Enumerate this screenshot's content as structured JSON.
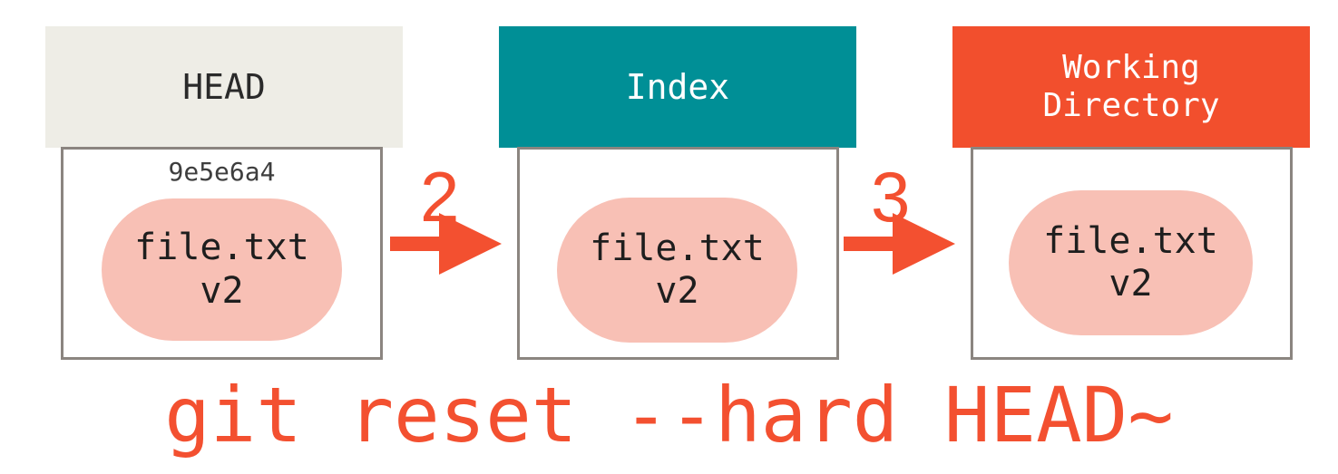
{
  "diagram": {
    "panels": [
      {
        "key": "head",
        "title": "HEAD",
        "hash": "9e5e6a4",
        "file": {
          "name": "file.txt",
          "version": "v2"
        }
      },
      {
        "key": "index",
        "title": "Index",
        "hash": "",
        "file": {
          "name": "file.txt",
          "version": "v2"
        }
      },
      {
        "key": "working",
        "title": "Working\nDirectory",
        "hash": "",
        "file": {
          "name": "file.txt",
          "version": "v2"
        }
      }
    ],
    "steps": [
      "2",
      "3"
    ],
    "command": "git reset --hard HEAD~",
    "colors": {
      "head_header": "#eeede6",
      "head_text": "#2a2a2a",
      "index_header": "#008f96",
      "index_text": "#ffffff",
      "working_header": "#f24f2d",
      "working_text": "#ffffff",
      "panel_border": "#8b8580",
      "blob": "#f8c0b5",
      "accent": "#f35030"
    }
  }
}
